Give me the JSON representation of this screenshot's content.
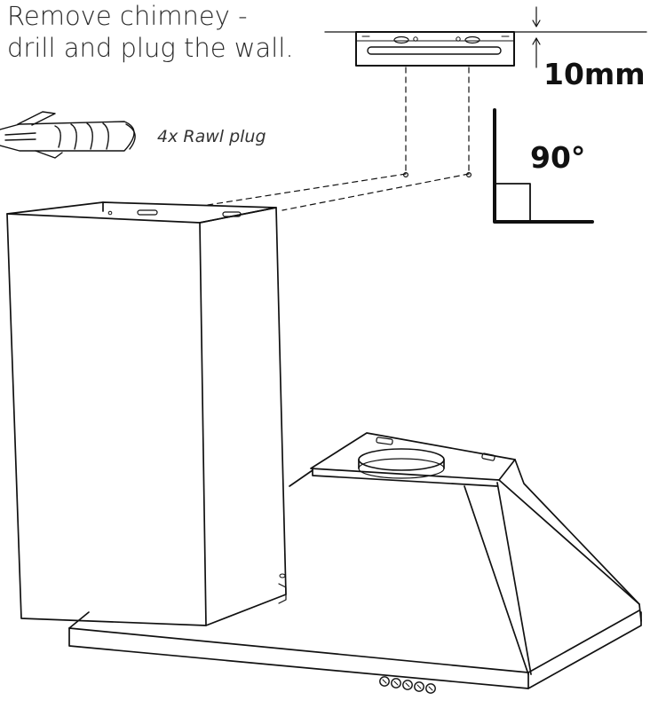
{
  "instruction": {
    "line1": "Remove chimney -",
    "line2": "drill and plug the wall."
  },
  "plug_label": "4x Rawl plug",
  "gap_label": "10mm",
  "angle_label": "90°",
  "colors": {
    "stroke": "#111111",
    "text": "#2a2a2a",
    "background": "#ffffff"
  },
  "icons": [
    "rawl-plug-icon",
    "wall-bracket-icon",
    "right-angle-icon",
    "chimney-icon",
    "cooker-hood-icon",
    "control-knob-icon"
  ]
}
